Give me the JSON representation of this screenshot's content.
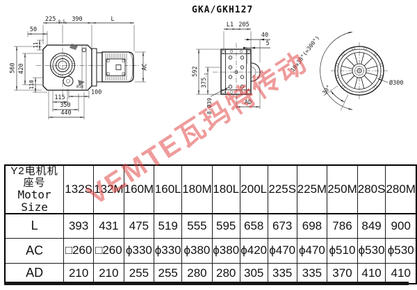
{
  "drawing": {
    "title": "GKA/GKH127",
    "side_view": {
      "d225": "225",
      "d225_tol": "-0.5",
      "d390": "390",
      "dL": "L",
      "d50": "50",
      "d11": "11",
      "d560": "560",
      "d420": "420",
      "d110": "110",
      "d115": "115",
      "d350": "350",
      "d440": "440",
      "d100": "100",
      "d18": "Ø18",
      "dAC": "AC"
    },
    "front_view": {
      "dL1": "L1",
      "d205": "205",
      "d40": "40",
      "d5": "5",
      "d592": "592",
      "d375": "375",
      "d375_tol": "-1",
      "d8o39": "8-Ø39",
      "dAD": "AD"
    },
    "fan_view": {
      "darc": "10x30°(=300°)",
      "d30": "30°",
      "d300": "Ø300"
    }
  },
  "watermark": {
    "text": "VEMTE瓦玛特传动",
    "color": "#e03a3a"
  },
  "table": {
    "header": {
      "line1": "Y2电机机座号",
      "line2": "Motor Size"
    },
    "columns": [
      "132S",
      "132M",
      "160M",
      "160L",
      "180M",
      "180L",
      "200L",
      "225S",
      "225M",
      "250M",
      "280S",
      "280M"
    ],
    "rows": [
      {
        "label": "L",
        "values": [
          "393",
          "431",
          "475",
          "519",
          "555",
          "595",
          "658",
          "673",
          "698",
          "786",
          "849",
          "900"
        ]
      },
      {
        "label": "AC",
        "values": [
          "□260",
          "□260",
          "ϕ330",
          "ϕ330",
          "ϕ380",
          "ϕ380",
          "ϕ420",
          "ϕ470",
          "ϕ470",
          "ϕ510",
          "ϕ530",
          "ϕ530"
        ]
      },
      {
        "label": "AD",
        "values": [
          "210",
          "210",
          "255",
          "255",
          "280",
          "280",
          "305",
          "335",
          "335",
          "370",
          "410",
          "410"
        ]
      }
    ]
  }
}
